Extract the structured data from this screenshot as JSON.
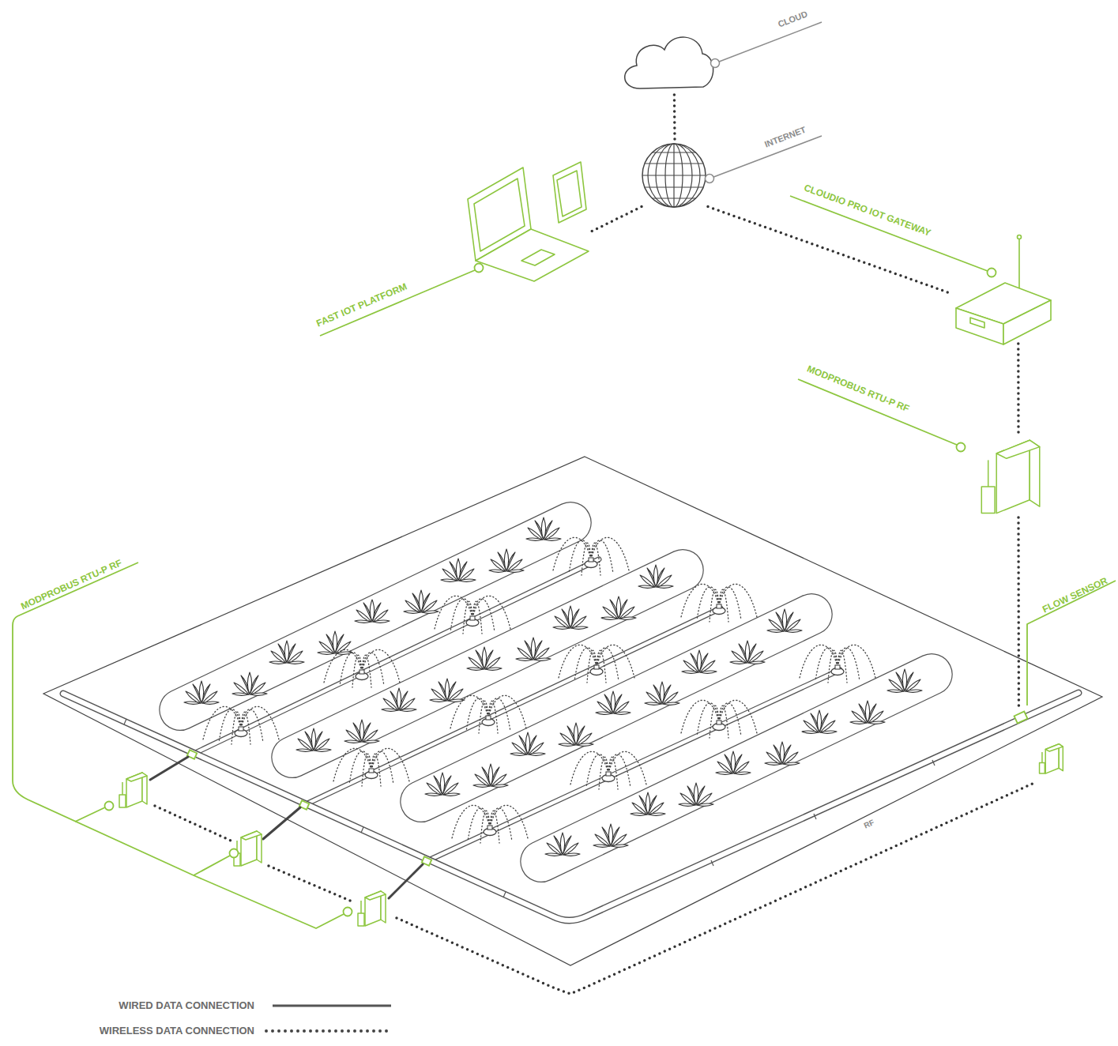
{
  "diagram": {
    "nodes": [
      {
        "text": [
          "CLOUD"
        ]
      },
      {
        "text": [
          "INTERNET"
        ]
      },
      {
        "text": [
          "FAST IOT PLATFORM"
        ]
      },
      {
        "text": [
          "CLOUDIO PRO IOT GATEWAY"
        ]
      },
      {
        "text": [
          "MODPROBUS RTU-P RF"
        ]
      },
      {
        "text": [
          "FLOW SENSOR"
        ]
      },
      {
        "text": [
          "MODPROBUS RTU-P RF"
        ]
      }
    ],
    "edges": [
      {
        "from": 0,
        "to": 1,
        "arrow": "none"
      },
      {
        "from": 1,
        "to": 2,
        "arrow": "none"
      },
      {
        "from": 1,
        "to": 3,
        "arrow": "none"
      },
      {
        "from": 3,
        "to": 4,
        "arrow": "none"
      },
      {
        "from": 4,
        "to": 5,
        "arrow": "none"
      },
      {
        "from": 6,
        "to": 5,
        "label": "RF",
        "arrow": "none"
      }
    ],
    "legend": [
      {
        "text": "WIRED DATA CONNECTION"
      },
      {
        "text": "WIRELESS DATA CONNECTION"
      }
    ]
  }
}
